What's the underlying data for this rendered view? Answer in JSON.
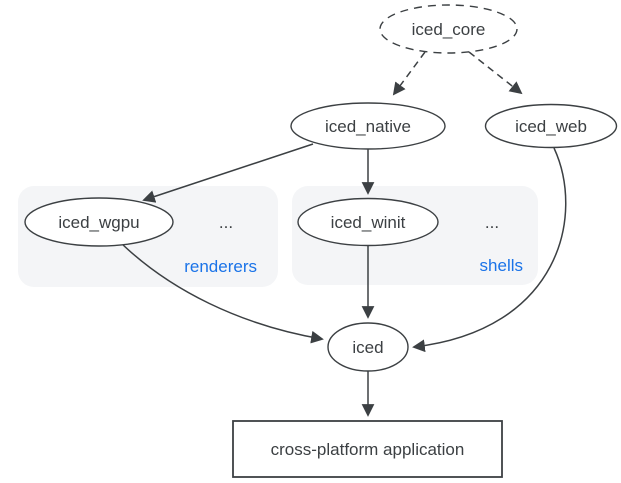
{
  "diagram_type": "dependency-graph",
  "colors": {
    "background": "#ffffff",
    "stroke": "#3c4043",
    "text": "#3c4043",
    "group_fill": "#f4f5f7",
    "group_label_blue": "#1a73e8"
  },
  "nodes": {
    "iced_core": {
      "label": "iced_core",
      "shape": "ellipse",
      "border": "dashed"
    },
    "iced_native": {
      "label": "iced_native",
      "shape": "ellipse",
      "border": "solid"
    },
    "iced_web": {
      "label": "iced_web",
      "shape": "ellipse",
      "border": "solid"
    },
    "iced_wgpu": {
      "label": "iced_wgpu",
      "shape": "ellipse",
      "border": "solid"
    },
    "iced_winit": {
      "label": "iced_winit",
      "shape": "ellipse",
      "border": "solid"
    },
    "iced": {
      "label": "iced",
      "shape": "ellipse",
      "border": "solid"
    },
    "application": {
      "label": "cross-platform application",
      "shape": "rectangle",
      "border": "solid"
    }
  },
  "groups": {
    "renderers": {
      "label": "renderers",
      "ellipsis": "...",
      "contains": [
        "iced_wgpu"
      ]
    },
    "shells": {
      "label": "shells",
      "ellipsis": "...",
      "contains": [
        "iced_winit"
      ]
    }
  },
  "edges": [
    {
      "from": "iced_core",
      "to": "iced_native",
      "style": "dashed"
    },
    {
      "from": "iced_core",
      "to": "iced_web",
      "style": "dashed"
    },
    {
      "from": "iced_native",
      "to": "iced_wgpu",
      "style": "solid"
    },
    {
      "from": "iced_native",
      "to": "iced_winit",
      "style": "solid"
    },
    {
      "from": "iced_wgpu",
      "to": "iced",
      "style": "solid"
    },
    {
      "from": "iced_winit",
      "to": "iced",
      "style": "solid"
    },
    {
      "from": "iced_web",
      "to": "iced",
      "style": "solid"
    },
    {
      "from": "iced",
      "to": "application",
      "style": "solid"
    }
  ]
}
